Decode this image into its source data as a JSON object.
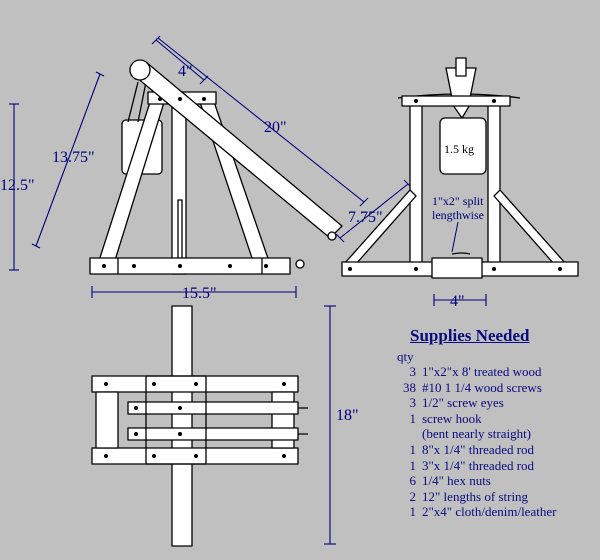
{
  "labels": {
    "dim_4_top": "4\"",
    "dim_20": "20\"",
    "dim_13_75": "13.75\"",
    "dim_12_5": "12.5\"",
    "dim_7_75": "7.75\"",
    "dim_15_5": "15.5\"",
    "dim_4_bottom": "4\"",
    "dim_18": "18\"",
    "weight": "1.5 kg",
    "split_note_1": "1\"x2\" split",
    "split_note_2": "lengthwise"
  },
  "supplies": {
    "title": "Supplies Needed",
    "qty_header": "qty",
    "items": [
      {
        "qty": "3",
        "desc": "1\"x2\"x 8' treated wood"
      },
      {
        "qty": "38",
        "desc": "#10 1 1/4 wood screws"
      },
      {
        "qty": "3",
        "desc": "1/2\" screw eyes"
      },
      {
        "qty": "1",
        "desc": "screw hook\n(bent nearly straight)"
      },
      {
        "qty": "1",
        "desc": "8\"x 1/4\" threaded rod"
      },
      {
        "qty": "1",
        "desc": "3\"x 1/4\" threaded rod"
      },
      {
        "qty": "6",
        "desc": "1/4\" hex nuts"
      },
      {
        "qty": "2",
        "desc": "12\" lengths of string"
      },
      {
        "qty": "1",
        "desc": "2\"x4\" cloth/denim/leather"
      }
    ]
  },
  "colors": {
    "background": "#c0c0c0",
    "wood": "#ffffff",
    "line": "#000000",
    "dimension": "#00007a"
  }
}
